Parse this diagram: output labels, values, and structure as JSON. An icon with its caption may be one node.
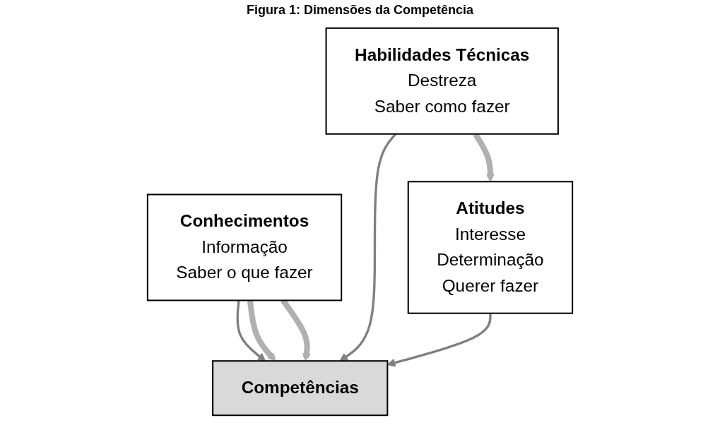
{
  "diagram": {
    "title": "Figura 1: Dimensões da Competência",
    "nodes": [
      {
        "text": [
          "Conhecimentos",
          "Informação",
          "Saber o que fazer"
        ]
      },
      {
        "text": [
          "Competências"
        ]
      },
      {
        "text": [
          "Habilidades Técnicas",
          "Destreza",
          "Saber como fazer"
        ]
      },
      {
        "text": [
          "Atitudes",
          "Interesse",
          "Determinação",
          "Querer fazer"
        ]
      }
    ],
    "edges": [
      {
        "from": 0,
        "to": 1,
        "arrow": "to"
      },
      {
        "from": 2,
        "to": 1,
        "arrow": "to"
      },
      {
        "from": 3,
        "to": 1,
        "arrow": "to"
      },
      {
        "from": 0,
        "to": 1,
        "arrow": "to",
        "style": "thick",
        "color": "#b0b0b0"
      },
      {
        "from": 0,
        "to": 1,
        "arrow": "to",
        "style": "thick",
        "color": "#b0b0b0"
      },
      {
        "from": 2,
        "to": 3,
        "arrow": "to",
        "style": "thick",
        "color": "#b0b0b0"
      }
    ]
  }
}
